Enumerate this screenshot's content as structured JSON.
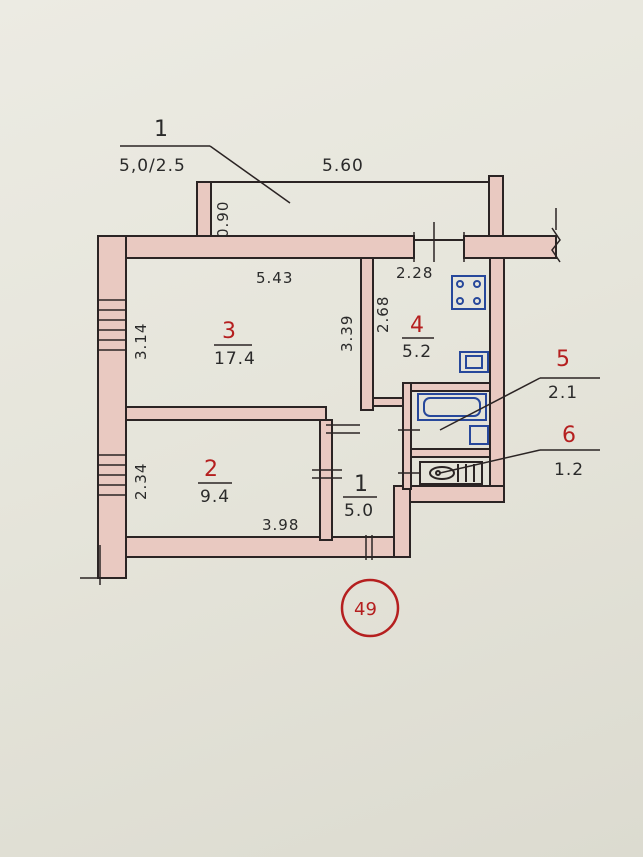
{
  "balcony": {
    "label": "1",
    "area": "5,0/2.5",
    "length": "5.60",
    "depth": "0.90"
  },
  "rooms": [
    {
      "number": "1",
      "area": "5.0"
    },
    {
      "number": "2",
      "area": "9.4"
    },
    {
      "number": "3",
      "area": "17.4"
    },
    {
      "number": "4",
      "area": "5.2"
    },
    {
      "number": "5",
      "area": "2.1"
    },
    {
      "number": "6",
      "area": "1.2"
    }
  ],
  "dimensions": {
    "room3_width": "5.43",
    "room3_height": "3.14",
    "room3_partition": "3.39",
    "kitchen_height": "2.68",
    "kitchen_width": "2.28",
    "room2_height": "2.34",
    "room2_width": "3.98"
  },
  "apartment_number": "49",
  "colors": {
    "wall_fill": "#e9c9c1",
    "wall_stroke": "#2b2424",
    "red_ink": "#b51f1f",
    "blue_ink": "#27489b"
  }
}
